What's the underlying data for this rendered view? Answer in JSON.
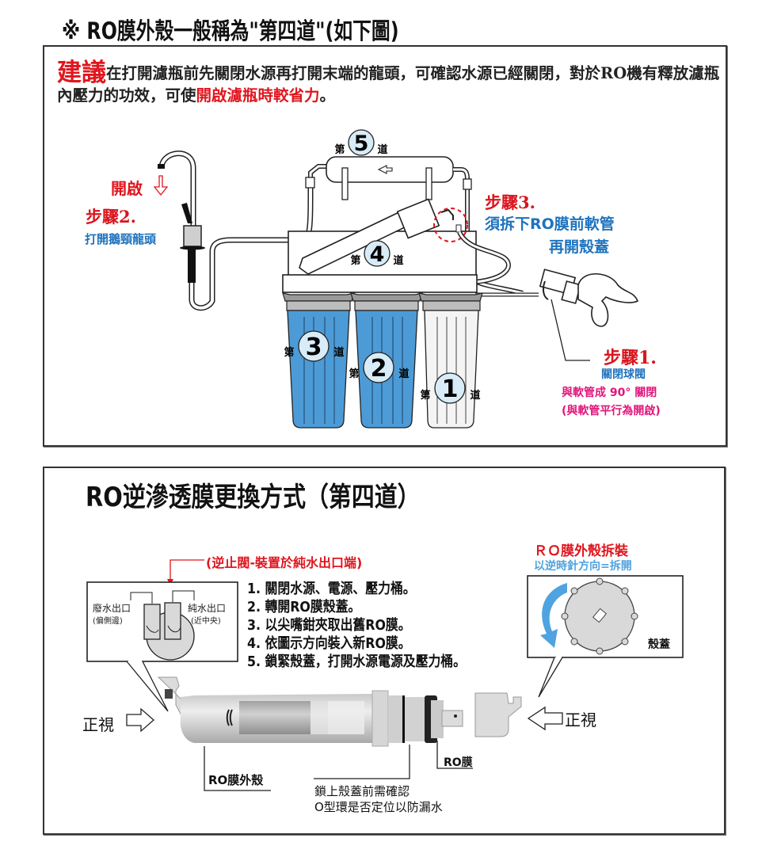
{
  "page_title": "※ RO膜外殼一般稱為\"第四道\"(如下圖)",
  "advice": {
    "lead": "建議",
    "text_1": "在打開濾瓶前先關閉水源再打開末端的龍頭，可確認水源已經關閉，對於RO機有釋放濾瓶內壓力的功效，可使",
    "highlight": "開啟濾瓶時較省力",
    "end": "。"
  },
  "filter_diagram": {
    "stages": [
      {
        "prefix": "第",
        "number": "1",
        "suffix": "道"
      },
      {
        "prefix": "第",
        "number": "2",
        "suffix": "道"
      },
      {
        "prefix": "第",
        "number": "3",
        "suffix": "道"
      },
      {
        "prefix": "第",
        "number": "4",
        "suffix": "道"
      },
      {
        "prefix": "第",
        "number": "5",
        "suffix": "道"
      }
    ],
    "faucet": {
      "open_label": "開啟",
      "step_label": "步驟2.",
      "step_desc": "打開鵝頸龍頭"
    },
    "step3": {
      "step_label": "步驟3.",
      "desc_line1": "須拆下RO膜前軟管",
      "desc_line2": "再開殼蓋"
    },
    "step1": {
      "step_label": "步驟1.",
      "desc": "關閉球閥",
      "note_line1": "與軟管成 90° 關閉",
      "note_line2": "(與軟管平行為開啟)"
    },
    "colors": {
      "filter_blue": "#4d9bd6",
      "badge_fill": "#d8ecf8",
      "accent_red": "#e0161e",
      "accent_blue": "#1e73be",
      "accent_magenta": "#e0157a"
    }
  },
  "replacement": {
    "title": "RO逆滲透膜更換方式（第四道）",
    "check_valve_note": "(逆止閥-裝置於純水出口端)",
    "outlet_inset": {
      "waste_label": "廢水出口",
      "waste_sub": "(偏側邊)",
      "pure_label": "純水出口",
      "pure_sub": "(近中央)"
    },
    "steps": [
      "1. 關閉水源、電源、壓力桶。",
      "2. 轉開RO膜殼蓋。",
      "3. 以尖嘴鉗夾取出舊RO膜。",
      "4. 依圖示方向裝入新RO膜。",
      "5. 鎖緊殼蓋，打開水源電源及壓力桶。"
    ],
    "cap_inset": {
      "title": "ＲＯ膜外殼拆裝",
      "subtitle": "以逆時針方向=拆開",
      "cap_label": "殼蓋"
    },
    "front_view_left": "正視",
    "front_view_right": "正視",
    "housing_label": "RO膜外殼",
    "membrane_label": "RO膜",
    "oring_note_line1": "鎖上殼蓋前需確認",
    "oring_note_line2": "O型環是否定位以防漏水"
  }
}
